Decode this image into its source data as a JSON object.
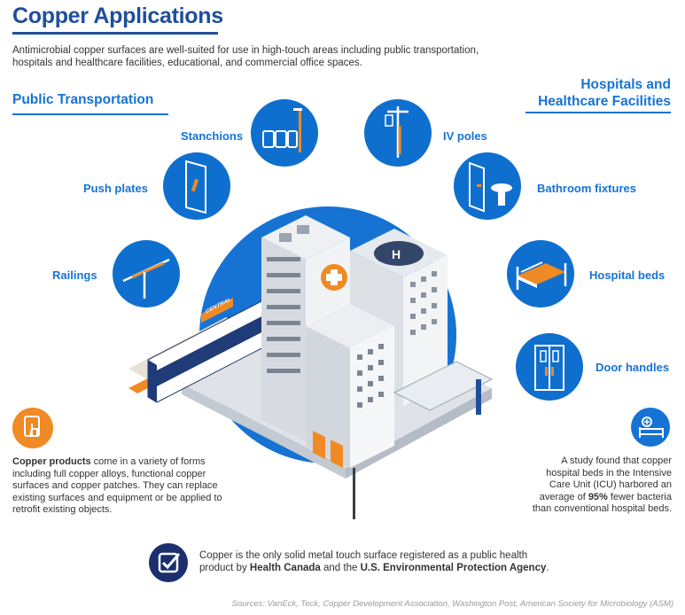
{
  "header": {
    "title": "Copper Applications",
    "intro": "Antimicrobial copper surfaces are well-suited for use in high-touch areas including public transportation, hospitals and healthcare facilities, educational, and commercial office spaces."
  },
  "sections": {
    "left_title": "Public Transportation",
    "right_title_line1": "Hospitals and",
    "right_title_line2": "Healthcare Facilities"
  },
  "transport_items": [
    {
      "label": "Stanchions",
      "icon": "seats-icon"
    },
    {
      "label": "Push plates",
      "icon": "door-push-plate-icon"
    },
    {
      "label": "Railings",
      "icon": "railing-icon"
    }
  ],
  "health_items": [
    {
      "label": "IV poles",
      "icon": "iv-pole-icon"
    },
    {
      "label": "Bathroom fixtures",
      "icon": "bathroom-sink-icon"
    },
    {
      "label": "Hospital beds",
      "icon": "hospital-bed-icon"
    },
    {
      "label": "Door handles",
      "icon": "door-handles-icon"
    }
  ],
  "illustration": {
    "train_sign": "CENTRAL"
  },
  "copper_products": {
    "bold": "Copper products",
    "text": " come in a variety of forms including full copper alloys, functional copper surfaces and copper patches. They can replace existing surfaces and equipment or be applied to retrofit existing objects."
  },
  "study": {
    "text_before": "A study found that copper hospital beds in the Intensive Care Unit (ICU) harbored an average of ",
    "bold": "95%",
    "text_after": " fewer bacteria than conventional hospital beds."
  },
  "registration": {
    "text1": "Copper is the only solid metal touch surface registered as a public health product by ",
    "bold1": "Health Canada",
    "text2": " and the ",
    "bold2": "U.S. Environmental Protection Agency",
    "text3": "."
  },
  "sources": "Sources: VanEck, Teck, Copper Development Association, Washington Post, American Society for Microbiology (ASM)",
  "colors": {
    "title": "#1f4e9c",
    "accent_blue": "#1673d4",
    "circle_blue": "#0f6fce",
    "copper_orange": "#f08a24",
    "navy": "#1b2f6e"
  }
}
